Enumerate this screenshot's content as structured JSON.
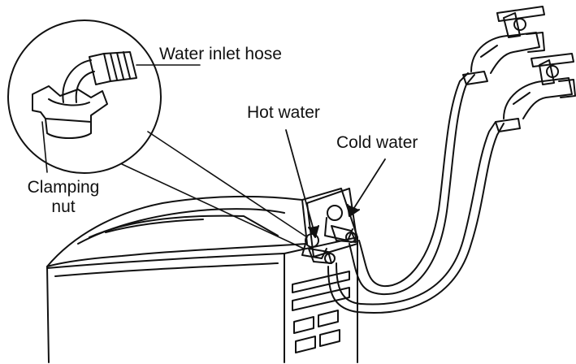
{
  "labels": {
    "water_inlet_hose": "Water inlet hose",
    "hot_water": "Hot water",
    "cold_water": "Cold water",
    "clamping_nut_line1": "Clamping",
    "clamping_nut_line2": "nut"
  },
  "colors": {
    "ink": "#111111",
    "background": "#ffffff"
  }
}
